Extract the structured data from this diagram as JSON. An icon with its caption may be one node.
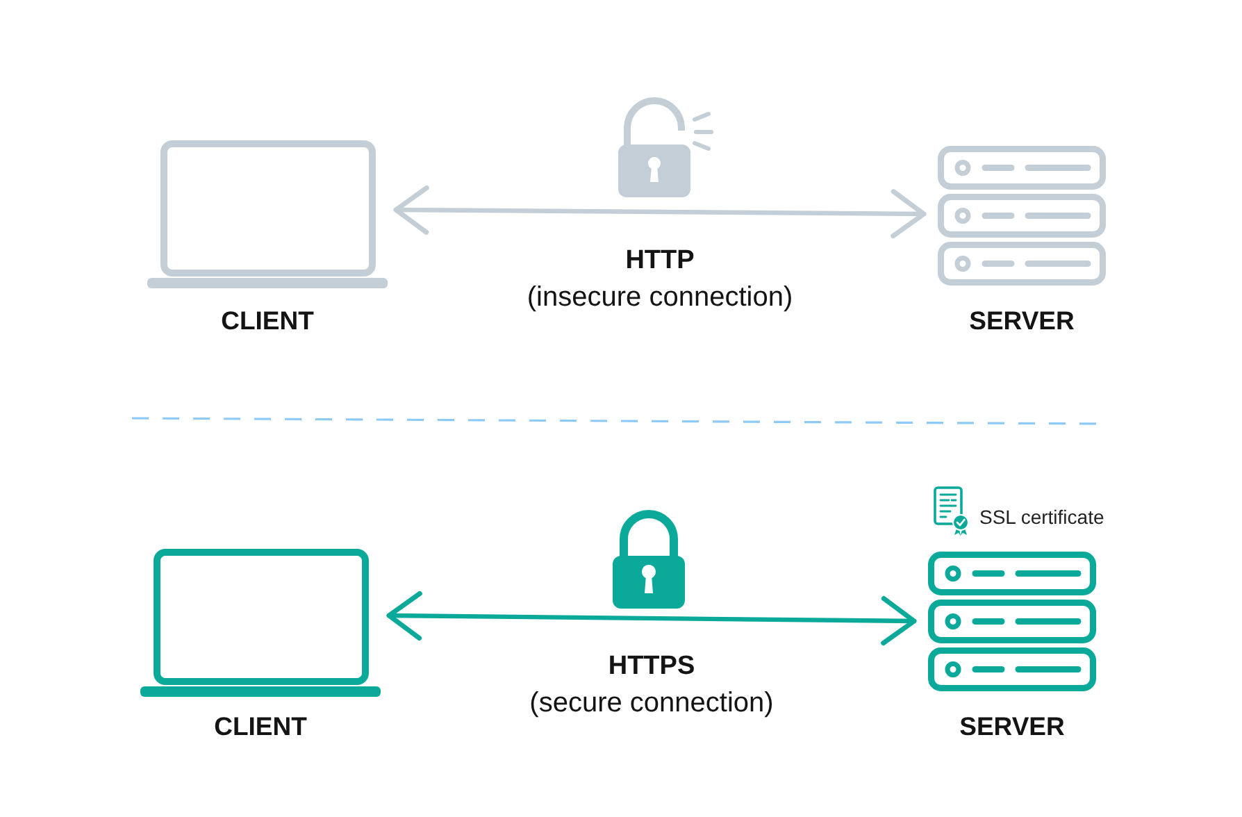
{
  "diagram": {
    "nodes": [
      {
        "text": [
          "CLIENT"
        ]
      },
      {
        "text": [
          "SERVER"
        ]
      },
      {
        "text": [
          "CLIENT"
        ]
      },
      {
        "text": [
          "SERVER"
        ],
        "beside": [
          "SSL certificate"
        ]
      }
    ],
    "edges": [
      {
        "from": 0,
        "to": 1,
        "arrow": "both",
        "label": "**HTTP** (insecure connection)",
        "color": "#c3ced7"
      },
      {
        "from": 2,
        "to": 3,
        "arrow": "both",
        "label": "**HTTPS** (secure connection)",
        "color": "#0aa99a"
      }
    ]
  }
}
